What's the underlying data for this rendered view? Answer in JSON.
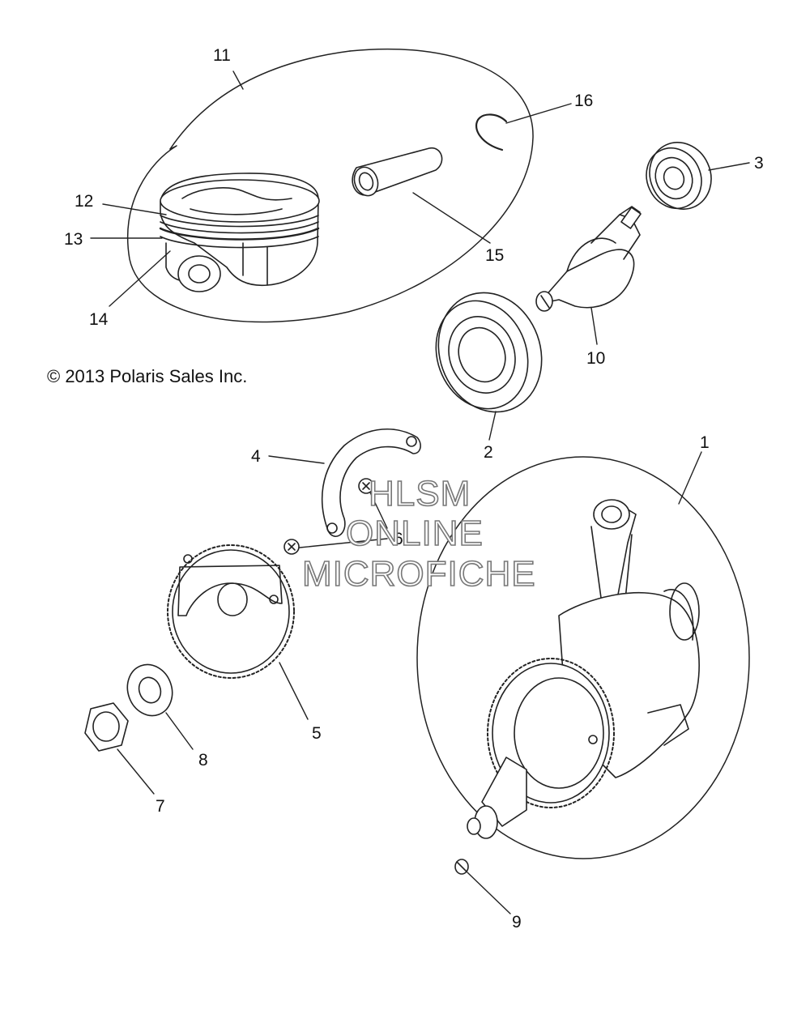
{
  "copyright": "© 2013 Polaris Sales Inc.",
  "watermark": {
    "line1": "HLSM",
    "line2": "ONLINE",
    "line3": "MICROFICHE"
  },
  "callouts": {
    "c1": "1",
    "c2": "2",
    "c3": "3",
    "c4": "4",
    "c5": "5",
    "c6": "6",
    "c7": "7",
    "c8": "8",
    "c9": "9",
    "c10": "10",
    "c11": "11",
    "c12": "12",
    "c13": "13",
    "c14": "14",
    "c15": "15",
    "c16": "16"
  },
  "colors": {
    "line": "#222222",
    "watermark_outline": "#777777"
  }
}
